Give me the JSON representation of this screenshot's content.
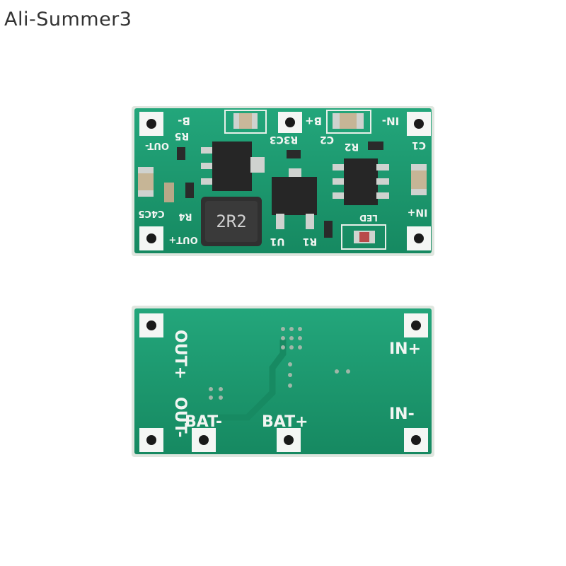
{
  "watermark": "Ali-Summer3",
  "colors": {
    "pcb": "#1f9a72",
    "pcb_dark": "#157a58",
    "silkscreen": "#eef3ef",
    "solder": "#c9cdc8",
    "component": "#2a2a2a"
  },
  "top_board": {
    "labels": {
      "b_minus": "B-",
      "b_plus": "B+",
      "in_minus": "IN-",
      "in_plus": "IN+",
      "out_minus": "OUT-",
      "out_plus": "OUT+",
      "r5": "R5",
      "r3c3": "R3C3",
      "c2": "C2",
      "r2": "R2",
      "c1": "C1",
      "c4c5": "C4C5",
      "r4": "R4",
      "u1": "U1",
      "r1": "R1",
      "led": "LED",
      "inductor": "2R2"
    }
  },
  "bottom_board": {
    "labels": {
      "out_plus": "OUT+",
      "out_minus": "OUT-",
      "bat_minus": "BAT-",
      "bat_plus": "BAT+",
      "in_plus": "IN+",
      "in_minus": "IN-"
    }
  }
}
